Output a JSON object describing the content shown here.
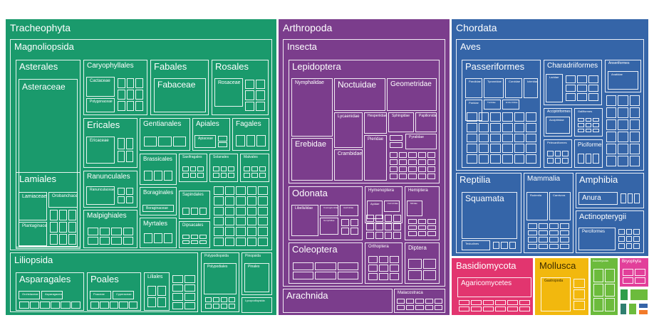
{
  "chart_data": {
    "type": "treemap",
    "title": "",
    "phyla": [
      {
        "name": "Tracheophyta",
        "color": "#1a9a6c",
        "children": [
          {
            "name": "Magnoliopsida",
            "children": [
              {
                "name": "Asterales",
                "children": [
                  {
                    "name": "Asteraceae"
                  }
                ]
              },
              {
                "name": "Caryophyllales",
                "children": [
                  {
                    "name": "Cactaceae"
                  },
                  {
                    "name": "Polygonaceae"
                  }
                ]
              },
              {
                "name": "Fabales",
                "children": [
                  {
                    "name": "Fabaceae"
                  }
                ]
              },
              {
                "name": "Rosales",
                "children": [
                  {
                    "name": "Rosaceae"
                  }
                ]
              },
              {
                "name": "Ericales",
                "children": [
                  {
                    "name": "Ericaceae"
                  }
                ]
              },
              {
                "name": "Gentianales"
              },
              {
                "name": "Apiales",
                "children": [
                  {
                    "name": "Apiaceae"
                  }
                ]
              },
              {
                "name": "Fagales"
              },
              {
                "name": "Lamiales",
                "children": [
                  {
                    "name": "Lamiaceae"
                  },
                  {
                    "name": "Orobanchaceae"
                  },
                  {
                    "name": "Plantaginaceae"
                  }
                ]
              },
              {
                "name": "Ranunculales",
                "children": [
                  {
                    "name": "Ranunculaceae"
                  }
                ]
              },
              {
                "name": "Brassicales"
              },
              {
                "name": "Saxifragales"
              },
              {
                "name": "Solanales"
              },
              {
                "name": "Malvales"
              },
              {
                "name": "Boraginales",
                "children": [
                  {
                    "name": "Boraginaceae"
                  }
                ]
              },
              {
                "name": "Sapindales"
              },
              {
                "name": "Malpighiales"
              },
              {
                "name": "Myrtales"
              },
              {
                "name": "Dipsacales"
              }
            ]
          },
          {
            "name": "Liliopsida",
            "children": [
              {
                "name": "Asparagales",
                "children": [
                  {
                    "name": "Orchidaceae"
                  },
                  {
                    "name": "Asparagaceae"
                  }
                ]
              },
              {
                "name": "Poales",
                "children": [
                  {
                    "name": "Poaceae"
                  },
                  {
                    "name": "Cyperaceae"
                  }
                ]
              },
              {
                "name": "Liliales"
              }
            ]
          },
          {
            "name": "Polypodiopsida",
            "children": [
              {
                "name": "Polypodiales"
              }
            ]
          },
          {
            "name": "Pinopsida",
            "children": [
              {
                "name": "Pinales"
              }
            ]
          },
          {
            "name": "Lycopodiopsida"
          }
        ]
      },
      {
        "name": "Arthropoda",
        "color": "#7b3d8c",
        "children": [
          {
            "name": "Insecta",
            "children": [
              {
                "name": "Lepidoptera",
                "children": [
                  {
                    "name": "Nymphalidae"
                  },
                  {
                    "name": "Noctuidae"
                  },
                  {
                    "name": "Geometridae"
                  },
                  {
                    "name": "Erebidae"
                  },
                  {
                    "name": "Lycaenidae"
                  },
                  {
                    "name": "Hesperiidae"
                  },
                  {
                    "name": "Sphingidae"
                  },
                  {
                    "name": "Papilionidae"
                  },
                  {
                    "name": "Crambidae"
                  },
                  {
                    "name": "Pieridae"
                  },
                  {
                    "name": "Pyralidae"
                  }
                ]
              },
              {
                "name": "Odonata",
                "children": [
                  {
                    "name": "Libellulidae"
                  },
                  {
                    "name": "Coenagrionidae"
                  },
                  {
                    "name": "Aeshnidae"
                  },
                  {
                    "name": "Gomphidae"
                  }
                ]
              },
              {
                "name": "Hymenoptera",
                "children": [
                  {
                    "name": "Apidae"
                  },
                  {
                    "name": "Formicidae"
                  }
                ]
              },
              {
                "name": "Hemiptera",
                "children": [
                  {
                    "name": "Miridae"
                  }
                ]
              },
              {
                "name": "Coleoptera"
              },
              {
                "name": "Orthoptera"
              },
              {
                "name": "Diptera"
              }
            ]
          },
          {
            "name": "Arachnida"
          },
          {
            "name": "Malacostraca"
          }
        ]
      },
      {
        "name": "Chordata",
        "color": "#3565a8",
        "children": [
          {
            "name": "Aves",
            "children": [
              {
                "name": "Passeriformes",
                "children": [
                  {
                    "name": "Parulidae"
                  },
                  {
                    "name": "Tyrannidae"
                  },
                  {
                    "name": "Corvidae"
                  },
                  {
                    "name": "Icteridae"
                  },
                  {
                    "name": "Paridae"
                  },
                  {
                    "name": "Turdidae"
                  },
                  {
                    "name": "Emberizidae"
                  }
                ]
              },
              {
                "name": "Charadriiformes",
                "children": [
                  {
                    "name": "Laridae"
                  }
                ]
              },
              {
                "name": "Anseriformes",
                "children": [
                  {
                    "name": "Anatidae"
                  }
                ]
              },
              {
                "name": "Accipitriformes",
                "children": [
                  {
                    "name": "Accipitridae"
                  }
                ]
              },
              {
                "name": "Pelecaniformes"
              },
              {
                "name": "Galliformes"
              },
              {
                "name": "Piciformes"
              }
            ]
          },
          {
            "name": "Reptilia",
            "children": [
              {
                "name": "Squamata"
              },
              {
                "name": "Testudines"
              }
            ]
          },
          {
            "name": "Mammalia",
            "children": [
              {
                "name": "Rodentia"
              },
              {
                "name": "Carnivora"
              }
            ]
          },
          {
            "name": "Amphibia",
            "children": [
              {
                "name": "Anura"
              }
            ]
          },
          {
            "name": "Actinopterygii",
            "children": [
              {
                "name": "Perciformes"
              }
            ]
          }
        ]
      },
      {
        "name": "Basidiomycota",
        "color": "#e2356f",
        "children": [
          {
            "name": "Agaricomycetes"
          }
        ]
      },
      {
        "name": "Mollusca",
        "color": "#f2b80e",
        "children": [
          {
            "name": "Gastropoda"
          }
        ]
      },
      {
        "name": "Ascomycota",
        "color": "#6cbb3c"
      },
      {
        "name": "Bryophyta",
        "color": "#e23f9a"
      }
    ]
  },
  "labels": {
    "tracheophyta": "Tracheophyta",
    "magnoliopsida": "Magnoliopsida",
    "asterales": "Asterales",
    "asteraceae": "Asteraceae",
    "caryophyllales": "Caryophyllales",
    "cactaceae": "Cactaceae",
    "polygonaceae": "Polygonaceae",
    "fabales": "Fabales",
    "fabaceae": "Fabaceae",
    "rosales": "Rosales",
    "rosaceae": "Rosaceae",
    "ericales": "Ericales",
    "ericaceae": "Ericaceae",
    "gentianales": "Gentianales",
    "apiales": "Apiales",
    "apiaceae": "Apiaceae",
    "fagales": "Fagales",
    "lamiales": "Lamiales",
    "lamiaceae": "Lamiaceae",
    "orobanchaceae": "Orobanchaceae",
    "plantaginaceae": "Plantaginaceae",
    "ranunculales": "Ranunculales",
    "ranunculaceae": "Ranunculaceae",
    "brassicales": "Brassicales",
    "saxifragales": "Saxifragales",
    "solanales": "Solanales",
    "malvales": "Malvales",
    "boraginales": "Boraginales",
    "boraginaceae": "Boraginaceae",
    "sapindales": "Sapindales",
    "malpighiales": "Malpighiales",
    "myrtales": "Myrtales",
    "dipsacales": "Dipsacales",
    "liliopsida": "Liliopsida",
    "asparagales": "Asparagales",
    "orchidaceae": "Orchidaceae",
    "asparagaceae": "Asparagaceae",
    "poales": "Poales",
    "poaceae": "Poaceae",
    "cyperaceae": "Cyperaceae",
    "liliales": "Liliales",
    "polypodiopsida": "Polypodiopsida",
    "polypodiales": "Polypodiales",
    "pinopsida": "Pinopsida",
    "pinales": "Pinales",
    "lycopodiopsida": "Lycopodiopsida",
    "arthropoda": "Arthropoda",
    "insecta": "Insecta",
    "lepidoptera": "Lepidoptera",
    "nymphalidae": "Nymphalidae",
    "noctuidae": "Noctuidae",
    "geometridae": "Geometridae",
    "erebidae": "Erebidae",
    "lycaenidae": "Lycaenidae",
    "hesperiidae": "Hesperiidae",
    "sphingidae": "Sphingidae",
    "papilionidae": "Papilionidae",
    "crambidae": "Crambidae",
    "pieridae": "Pieridae",
    "pyralidae": "Pyralidae",
    "odonata": "Odonata",
    "libellulidae": "Libellulidae",
    "coenagrionidae": "Coenagrionidae",
    "aeshnidae": "Aeshnidae",
    "gomphidae": "Gomphidae",
    "hymenoptera": "Hymenoptera",
    "apidae": "Apidae",
    "formicidae": "Formicidae",
    "hemiptera": "Hemiptera",
    "miridae": "Miridae",
    "coleoptera": "Coleoptera",
    "orthoptera": "Orthoptera",
    "diptera": "Diptera",
    "arachnida": "Arachnida",
    "malacostraca": "Malacostraca",
    "chordata": "Chordata",
    "aves": "Aves",
    "passeriformes": "Passeriformes",
    "parulidae": "Parulidae",
    "tyrannidae": "Tyrannidae",
    "corvidae": "Corvidae",
    "icteridae": "Icteridae",
    "paridae": "Paridae",
    "turdidae": "Turdidae",
    "emberizidae": "Emberizidae",
    "charadriiformes": "Charadriiformes",
    "laridae": "Laridae",
    "anseriformes": "Anseriformes",
    "anatidae": "Anatidae",
    "accipitriformes": "Accipitriformes",
    "accipitridae": "Accipitridae",
    "pelecaniformes": "Pelecaniformes",
    "galliformes": "Galliformes",
    "piciformes": "Piciformes",
    "reptilia": "Reptilia",
    "squamata": "Squamata",
    "testudines": "Testudines",
    "mammalia": "Mammalia",
    "rodentia": "Rodentia",
    "carnivora": "Carnivora",
    "amphibia": "Amphibia",
    "anura": "Anura",
    "actinopterygii": "Actinopterygii",
    "perciformes": "Perciformes",
    "basidiomycota": "Basidiomycota",
    "agaricomycetes": "Agaricomycetes",
    "mollusca": "Mollusca",
    "gastropoda": "Gastropoda",
    "ascomycota": "Ascomycota",
    "bryophyta": "Bryophyta"
  }
}
